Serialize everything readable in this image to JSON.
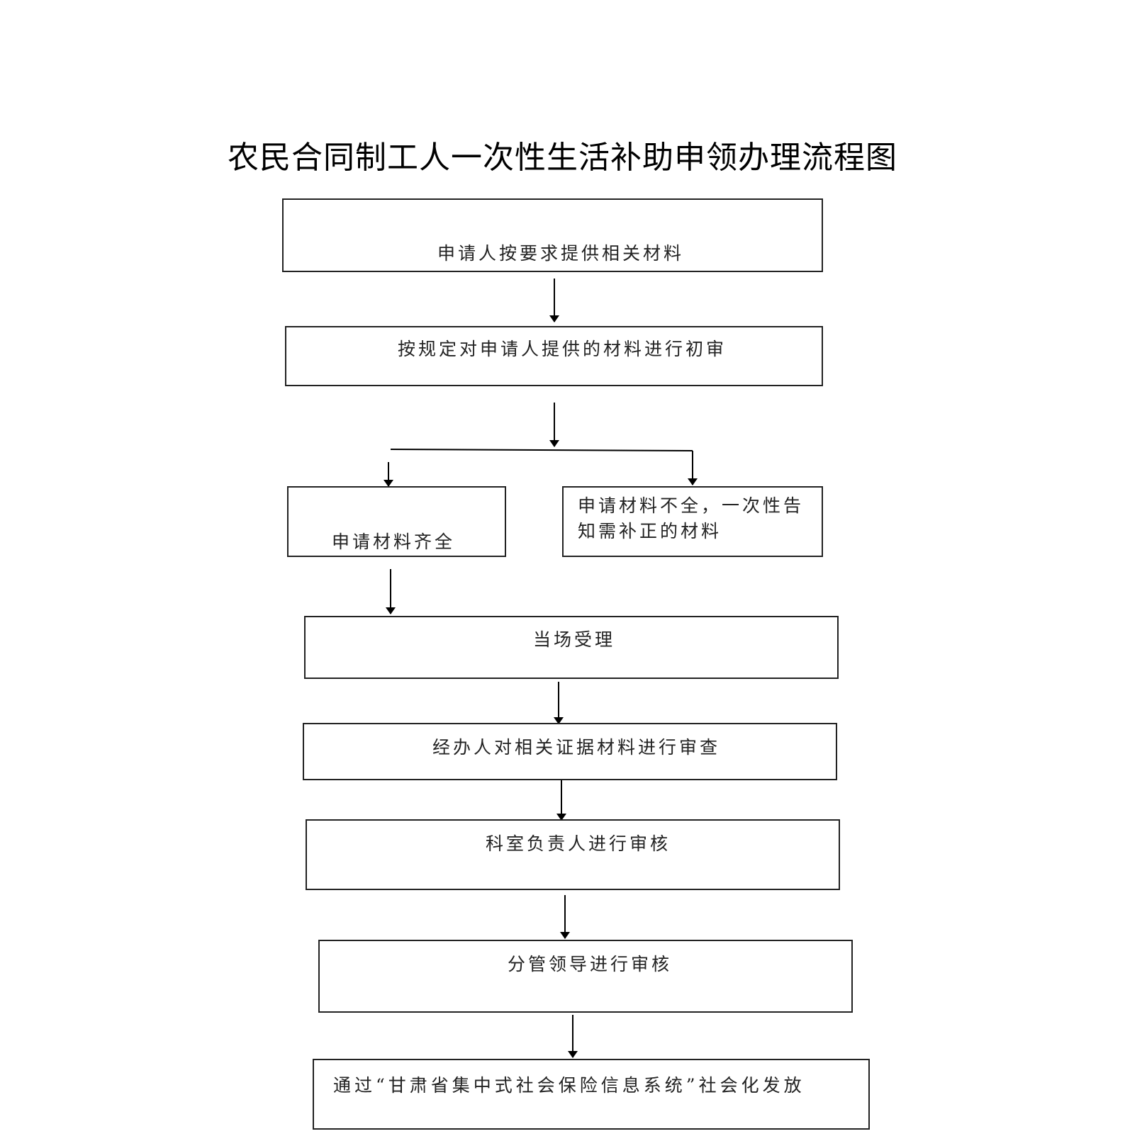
{
  "title": "农民合同制工人一次性生活补助申领办理流程图",
  "steps": {
    "submit": "申请人按要求提供相关材料",
    "initial_review": "按规定对申请人提供的材料进行初审",
    "complete": "申请材料齐全",
    "incomplete": "申请材料不全，一次性告知需补正的材料",
    "accept": "当场受理",
    "handler_review": "经办人对相关证据材料进行审查",
    "section_review": "科室负责人进行审核",
    "leader_review": "分管领导进行审核",
    "release": "通过“甘肃省集中式社会保险信息系统”社会化发放"
  }
}
